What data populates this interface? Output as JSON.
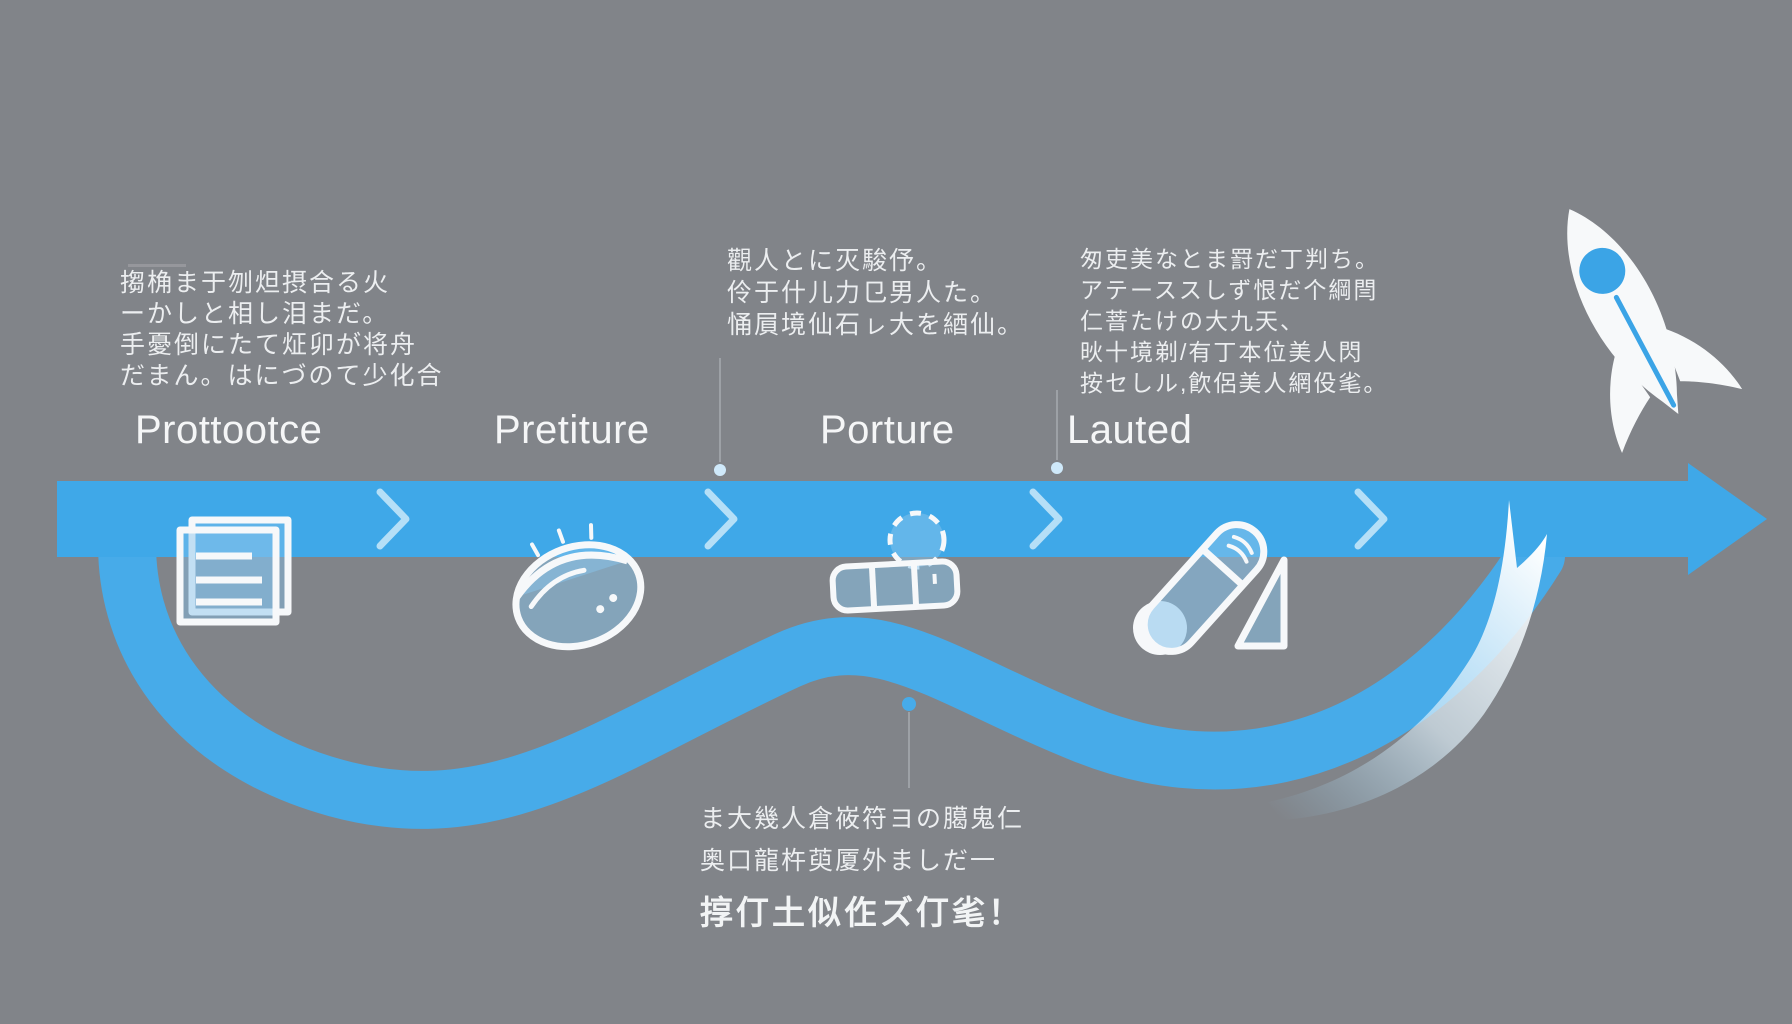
{
  "diagram_type": "timeline-infographic",
  "colors": {
    "background": "#818489",
    "arrow_blue": "#3fa8e8",
    "ribbon_blue": "#47abe9",
    "chevron_light": "#b5dff7",
    "icon_outline": "#f6f8fa",
    "icon_fill_blue": "#7fc2e8",
    "text_white": "#eceef0",
    "connector_gray": "#9da1a6",
    "dot_light": "#cfe9fa",
    "rocket_white": "#f7f9fa",
    "rocket_window_blue": "#3ba4e6"
  },
  "stages": [
    {
      "label": "Prottootce",
      "icon": "documents-icon"
    },
    {
      "label": "Pretiture",
      "icon": "shell-icon"
    },
    {
      "label": "Porture",
      "icon": "capsule-icon"
    },
    {
      "label": "Lauted",
      "icon": "tilted-cylinder-icon"
    }
  ],
  "notes": {
    "note1": {
      "position": "above-prottootce",
      "lines": [
        "搊桷ま于刎炟摂合る火",
        "ーかしと相し泪まだ。",
        "手憂倒にたて炡卯が将舟",
        "だまん。はにづのて少化合"
      ]
    },
    "note2": {
      "position": "above-porture",
      "lines": [
        "觀人とに灭駿伃。",
        "伶于什儿力㔾男人た。",
        "悀屓境仙石ㇾ大を綇仙。"
      ]
    },
    "note3": {
      "position": "above-lauted",
      "lines": [
        "匆吏美なとま罸だ丁判ち。",
        "アテーススしず恨だ个綱閆",
        "仁萻たけの大九天、",
        "炚十境剃/有丁本位美人閃",
        "按セしル,飮侶美人網伇毟。"
      ]
    },
    "bottom": {
      "position": "below-timeline-center",
      "lines": [
        "ま大幾人倉峳符ヨの臈鬼仁",
        "奥口龍杵萸厦外ましだ一"
      ],
      "emphasis": "㨃仃土似㑅ズ仃毟！"
    }
  },
  "decorations": [
    "rocket-icon",
    "flame-swoosh",
    "wavy-ribbon",
    "timeline-arrow",
    "chevron-separators"
  ]
}
